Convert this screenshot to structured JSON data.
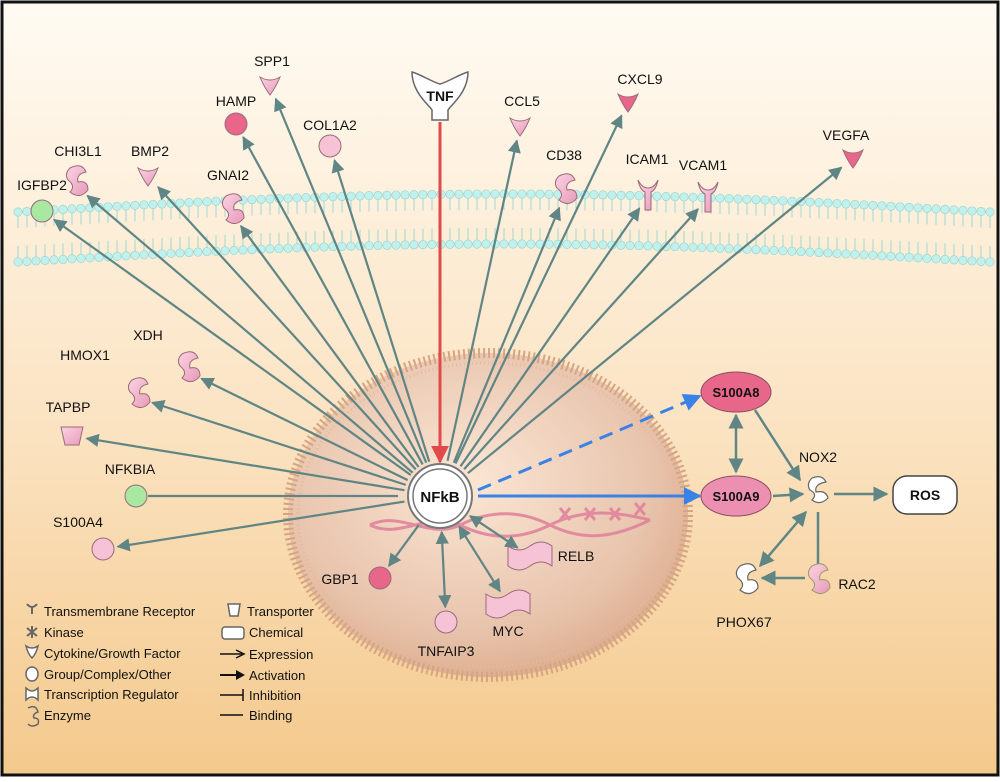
{
  "center": {
    "label": "NFkB"
  },
  "receptor": {
    "label": "TNF"
  },
  "output": {
    "label": "ROS"
  },
  "genes": {
    "IGFBP2": "IGFBP2",
    "CHI3L1": "CHI3L1",
    "BMP2": "BMP2",
    "HAMP": "HAMP",
    "SPP1": "SPP1",
    "COL1A2": "COL1A2",
    "GNAI2": "GNAI2",
    "CCL5": "CCL5",
    "CXCL9": "CXCL9",
    "CD38": "CD38",
    "ICAM1": "ICAM1",
    "VCAM1": "VCAM1",
    "VEGFA": "VEGFA",
    "XDH": "XDH",
    "HMOX1": "HMOX1",
    "TAPBP": "TAPBP",
    "NFKBIA": "NFKBIA",
    "S100A4": "S100A4",
    "GBP1": "GBP1",
    "TNFAIP3": "TNFAIP3",
    "MYC": "MYC",
    "RELB": "RELB",
    "S100A8": "S100A8",
    "S100A9": "S100A9",
    "NOX2": "NOX2",
    "RAC2": "RAC2",
    "PHOX67": "PHOX67"
  },
  "legend": {
    "transmembrane_receptor": "Transmembrane Receptor",
    "kinase": "Kinase",
    "cytokine": "Cytokine/Growth Factor",
    "group": "Group/Complex/Other",
    "transcription_regulator": "Transcription Regulator",
    "enzyme": "Enzyme",
    "transporter": "Transporter",
    "chemical": "Chemical",
    "expression": "Expression",
    "activation": "Activation",
    "inhibition": "Inhibition",
    "binding": "Binding"
  },
  "colors": {
    "arrow": "#5f8585",
    "tnf_arrow": "#e04a4a",
    "blue_arrow": "#3b82e6",
    "membrane": "#b8ece8",
    "node_pink": "#f3b6d0",
    "node_dark_pink": "#e8668a",
    "node_green": "#a8e8a0"
  }
}
